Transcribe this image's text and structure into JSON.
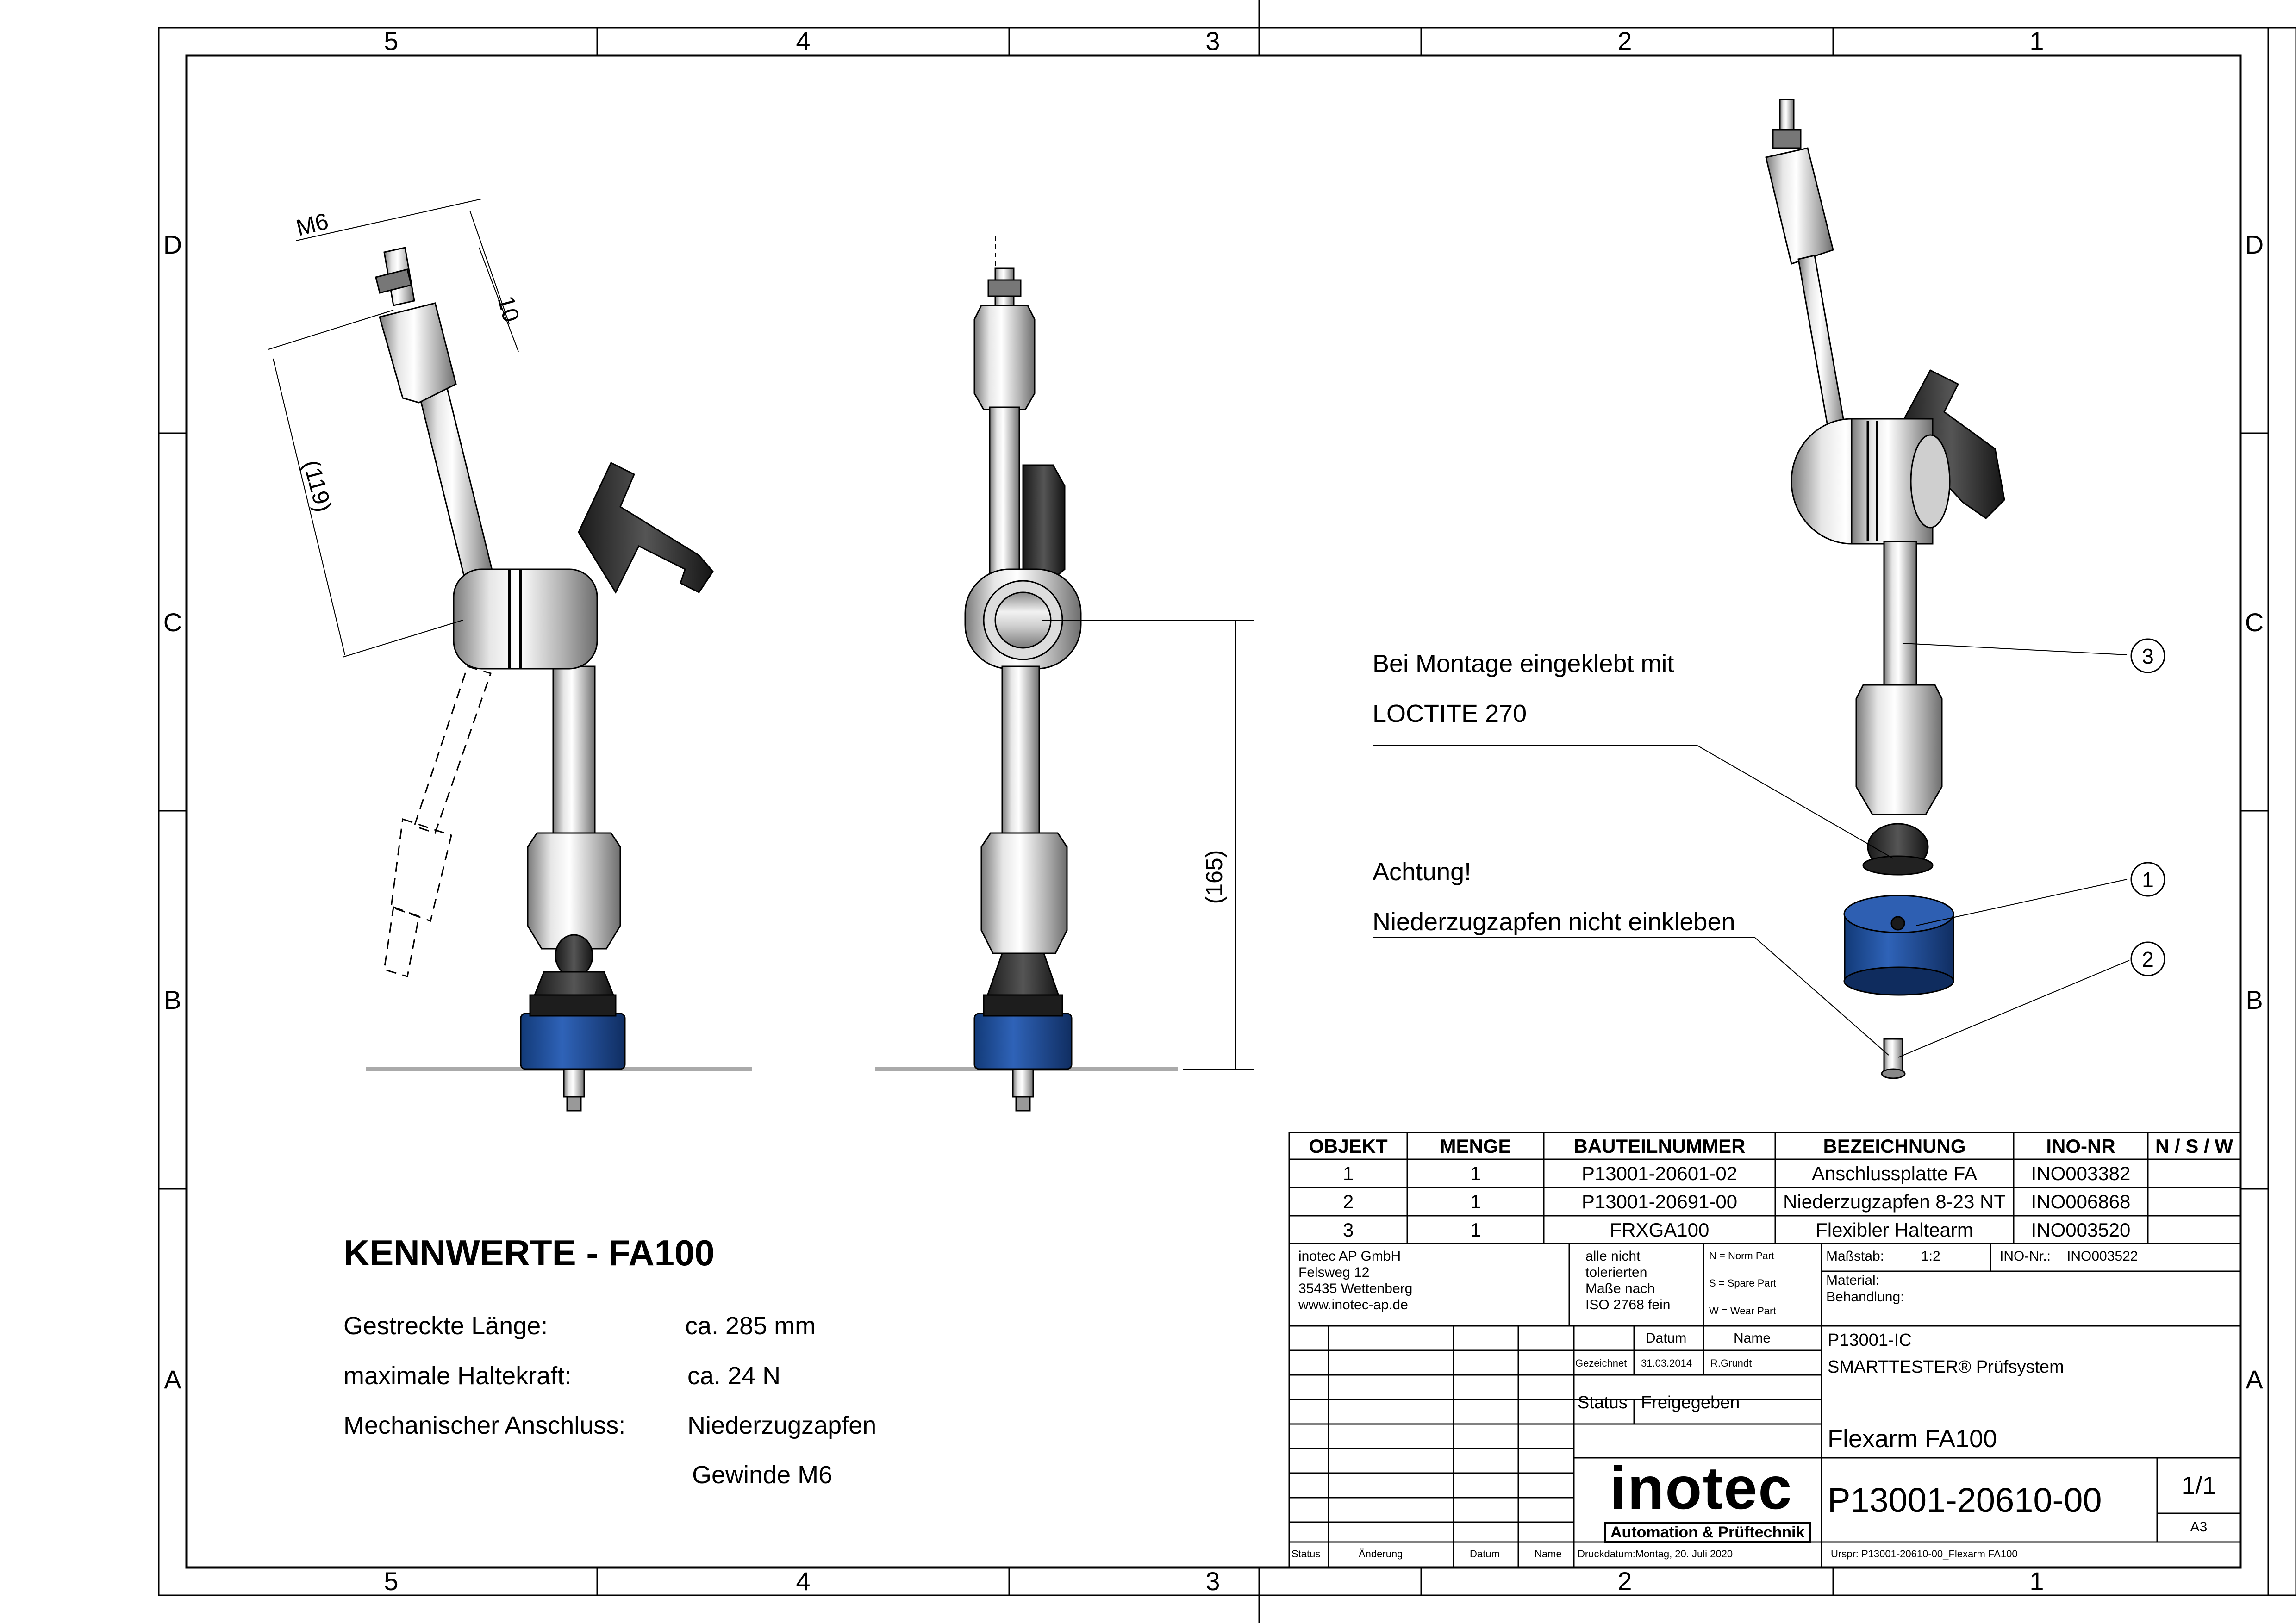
{
  "border": {
    "cols_top": [
      "5",
      "4",
      "3",
      "2",
      "1"
    ],
    "cols_bottom": [
      "5",
      "4",
      "3",
      "2",
      "1"
    ],
    "rows_left": [
      "D",
      "C",
      "B",
      "A"
    ],
    "rows_right": [
      "D",
      "C",
      "B",
      "A"
    ]
  },
  "dimensions": {
    "thread": "M6",
    "thread_length": "10",
    "arm_length": "(119)",
    "height": "(165)"
  },
  "notes": {
    "glue_line1": "Bei Montage eingeklebt mit",
    "glue_line2": "LOCTITE 270",
    "warning_line1": "Achtung!",
    "warning_line2": "Niederzugzapfen nicht einkleben"
  },
  "balloons": [
    "1",
    "2",
    "3"
  ],
  "kennwerte": {
    "title": "KENNWERTE - FA100",
    "rows": [
      {
        "label": "Gestreckte Länge:",
        "value": "ca. 285 mm"
      },
      {
        "label": "maximale Haltekraft:",
        "value": "ca. 24 N"
      },
      {
        "label": "Mechanischer Anschluss:",
        "value": "Niederzugzapfen"
      },
      {
        "label": "",
        "value": "Gewinde M6"
      }
    ]
  },
  "parts_list": {
    "headers": [
      "OBJEKT",
      "MENGE",
      "BAUTEILNUMMER",
      "BEZEICHNUNG",
      "INO-NR",
      "N / S / W"
    ],
    "rows": [
      [
        "1",
        "1",
        "P13001-20601-02",
        "Anschlussplatte FA",
        "INO003382",
        ""
      ],
      [
        "2",
        "1",
        "P13001-20691-00",
        "Niederzugzapfen 8-23 NT",
        "INO006868",
        ""
      ],
      [
        "3",
        "1",
        "FRXGA100",
        "Flexibler Haltearm",
        "INO003520",
        ""
      ]
    ]
  },
  "title_block": {
    "company": [
      "inotec AP GmbH",
      "Felsweg 12",
      "35435 Wettenberg",
      "www.inotec-ap.de"
    ],
    "tolerance": [
      "alle nicht",
      "tolerierten",
      "Maße nach",
      "ISO 2768 fein"
    ],
    "part_types": [
      "N = Norm Part",
      "S = Spare Part",
      "W = Wear Part"
    ],
    "scale_label": "Maßstab:",
    "scale_value": "1:2",
    "ino_label": "INO-Nr.:",
    "ino_value": "INO003522",
    "material_label": "Material:",
    "treatment_label": "Behandlung:",
    "datum_header": "Datum",
    "name_header": "Name",
    "drawn_label": "Gezeichnet",
    "drawn_date": "31.03.2014",
    "drawn_name": "R.Grundt",
    "status_label": "Status",
    "status_value": "Freigegeben",
    "project": "P13001-IC",
    "system": "SMARTTESTER® Prüfsystem",
    "title": "Flexarm FA100",
    "drawing_number": "P13001-20610-00",
    "sheet": "1/1",
    "format": "A3",
    "logo_main": "inotec",
    "logo_sub": "Automation & Prüftechnik",
    "rev_headers": [
      "Status",
      "Änderung",
      "Datum",
      "Name"
    ],
    "print_date": "Druckdatum:Montag, 20. Juli 2020",
    "origin": "Urspr: P13001-20610-00_Flexarm FA100"
  }
}
